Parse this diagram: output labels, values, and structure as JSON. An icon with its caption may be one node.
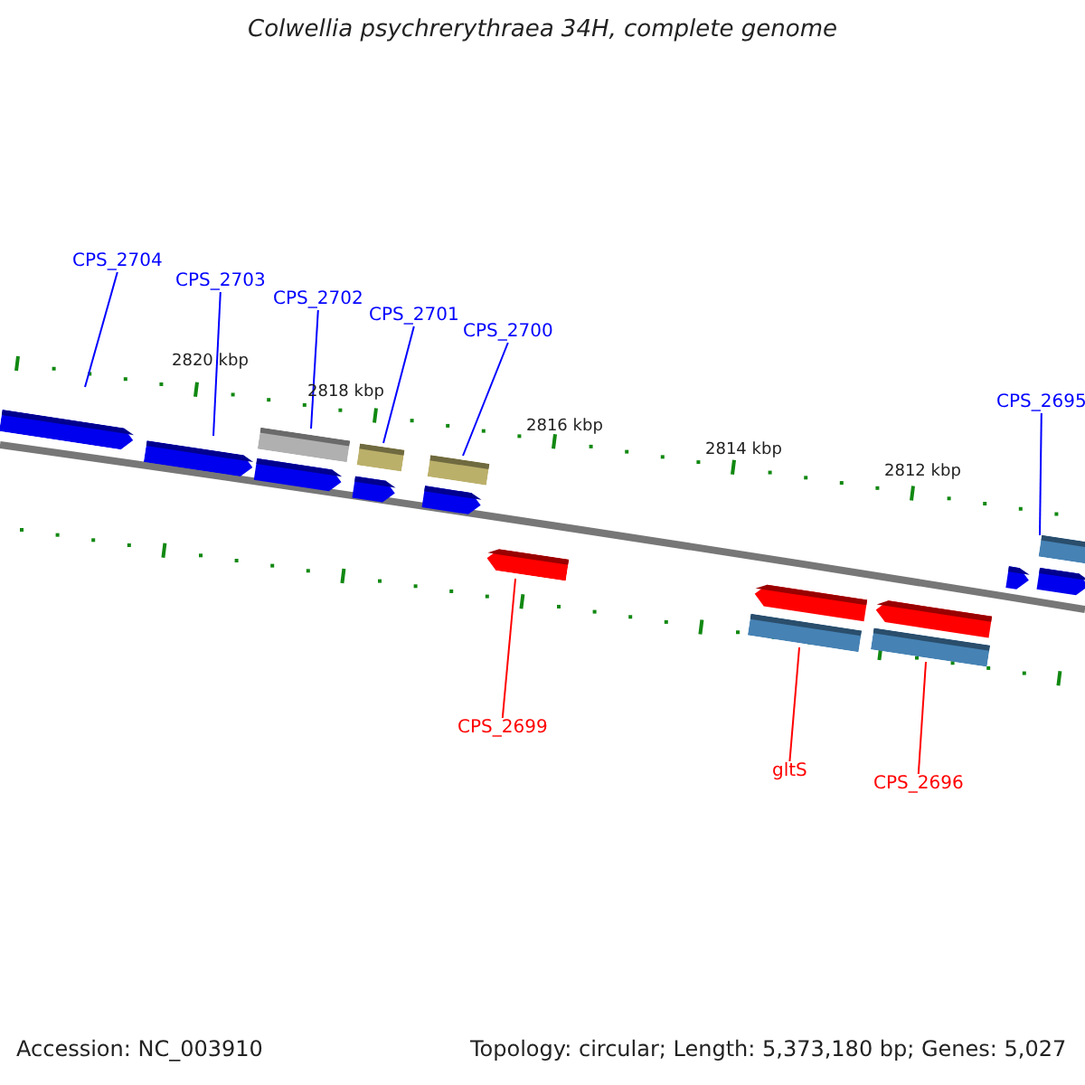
{
  "diagram": {
    "title": "Colwellia psychrerythraea 34H, complete genome",
    "nodes": [
      {
        "text": [
          "CPS_2704"
        ]
      },
      {
        "text": [],
        "shape": "arrow"
      },
      {
        "text": [
          "CPS_2703"
        ]
      },
      {
        "text": [],
        "shape": "arrow"
      },
      {
        "text": [
          "CPS_2702"
        ]
      },
      {
        "text": [],
        "shape": "box"
      },
      {
        "text": [
          "CPS_2701"
        ]
      },
      {
        "text": [],
        "shape": "box"
      },
      {
        "text": [
          "CPS_2700"
        ]
      },
      {
        "text": [],
        "shape": "box"
      },
      {
        "text": [
          "CPS_2695"
        ]
      },
      {
        "text": [],
        "shape": "box"
      },
      {
        "text": [],
        "shape": "arrow"
      },
      {
        "text": [
          "CPS_2699"
        ]
      },
      {
        "text": [],
        "shape": "box"
      },
      {
        "text": [
          "gltS"
        ]
      },
      {
        "text": [],
        "shape": "box"
      },
      {
        "text": [
          "CPS_2696"
        ]
      }
    ],
    "edges": [
      {
        "from": 0,
        "to": 1,
        "arrow": "none"
      },
      {
        "from": 2,
        "to": 3,
        "arrow": "none"
      },
      {
        "from": 4,
        "to": 5,
        "arrow": "none"
      },
      {
        "from": 6,
        "to": 7,
        "arrow": "none"
      },
      {
        "from": 8,
        "to": 9,
        "arrow": "none"
      },
      {
        "from": 10,
        "to": 11,
        "arrow": "none"
      },
      {
        "from": 13,
        "to": 12,
        "arrow": "none",
        "color": "#ff0000"
      },
      {
        "from": 15,
        "to": 14,
        "arrow": "none",
        "color": "#ff0000"
      },
      {
        "from": 17,
        "to": 16,
        "arrow": "none",
        "color": "#ff0000"
      }
    ],
    "labels": [
      "2820 kbp",
      "2818 kbp",
      "2816 kbp",
      "2814 kbp",
      "2812 kbp",
      "Accession: NC_003910",
      "Topology: circular; Length: 5,373,180 bp; Genes: 5,027"
    ]
  }
}
